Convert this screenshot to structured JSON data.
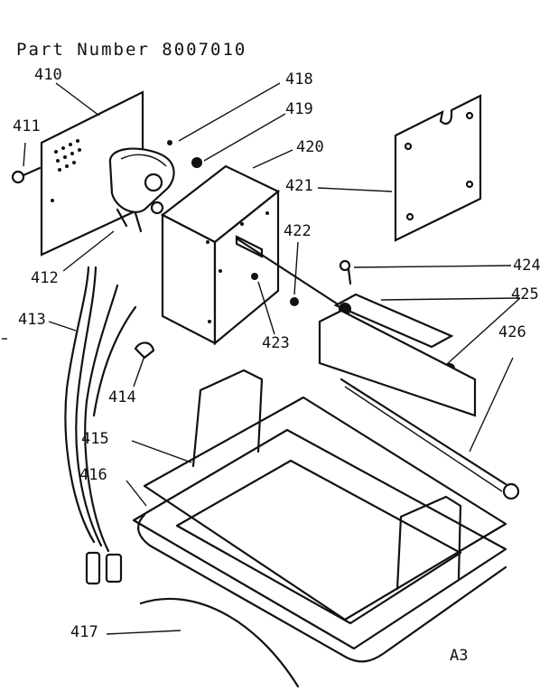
{
  "header": {
    "title": "Part Number 8007010"
  },
  "callouts": [
    {
      "id": "410",
      "label": "410"
    },
    {
      "id": "411",
      "label": "411"
    },
    {
      "id": "412",
      "label": "412"
    },
    {
      "id": "413",
      "label": "413"
    },
    {
      "id": "414",
      "label": "414"
    },
    {
      "id": "415",
      "label": "415"
    },
    {
      "id": "416",
      "label": "416"
    },
    {
      "id": "417",
      "label": "417"
    },
    {
      "id": "418",
      "label": "418"
    },
    {
      "id": "419",
      "label": "419"
    },
    {
      "id": "420",
      "label": "420"
    },
    {
      "id": "421",
      "label": "421"
    },
    {
      "id": "422",
      "label": "422"
    },
    {
      "id": "423",
      "label": "423"
    },
    {
      "id": "424",
      "label": "424"
    },
    {
      "id": "425",
      "label": "425"
    },
    {
      "id": "426",
      "label": "426"
    }
  ],
  "footer": {
    "page_ref": "A3"
  }
}
